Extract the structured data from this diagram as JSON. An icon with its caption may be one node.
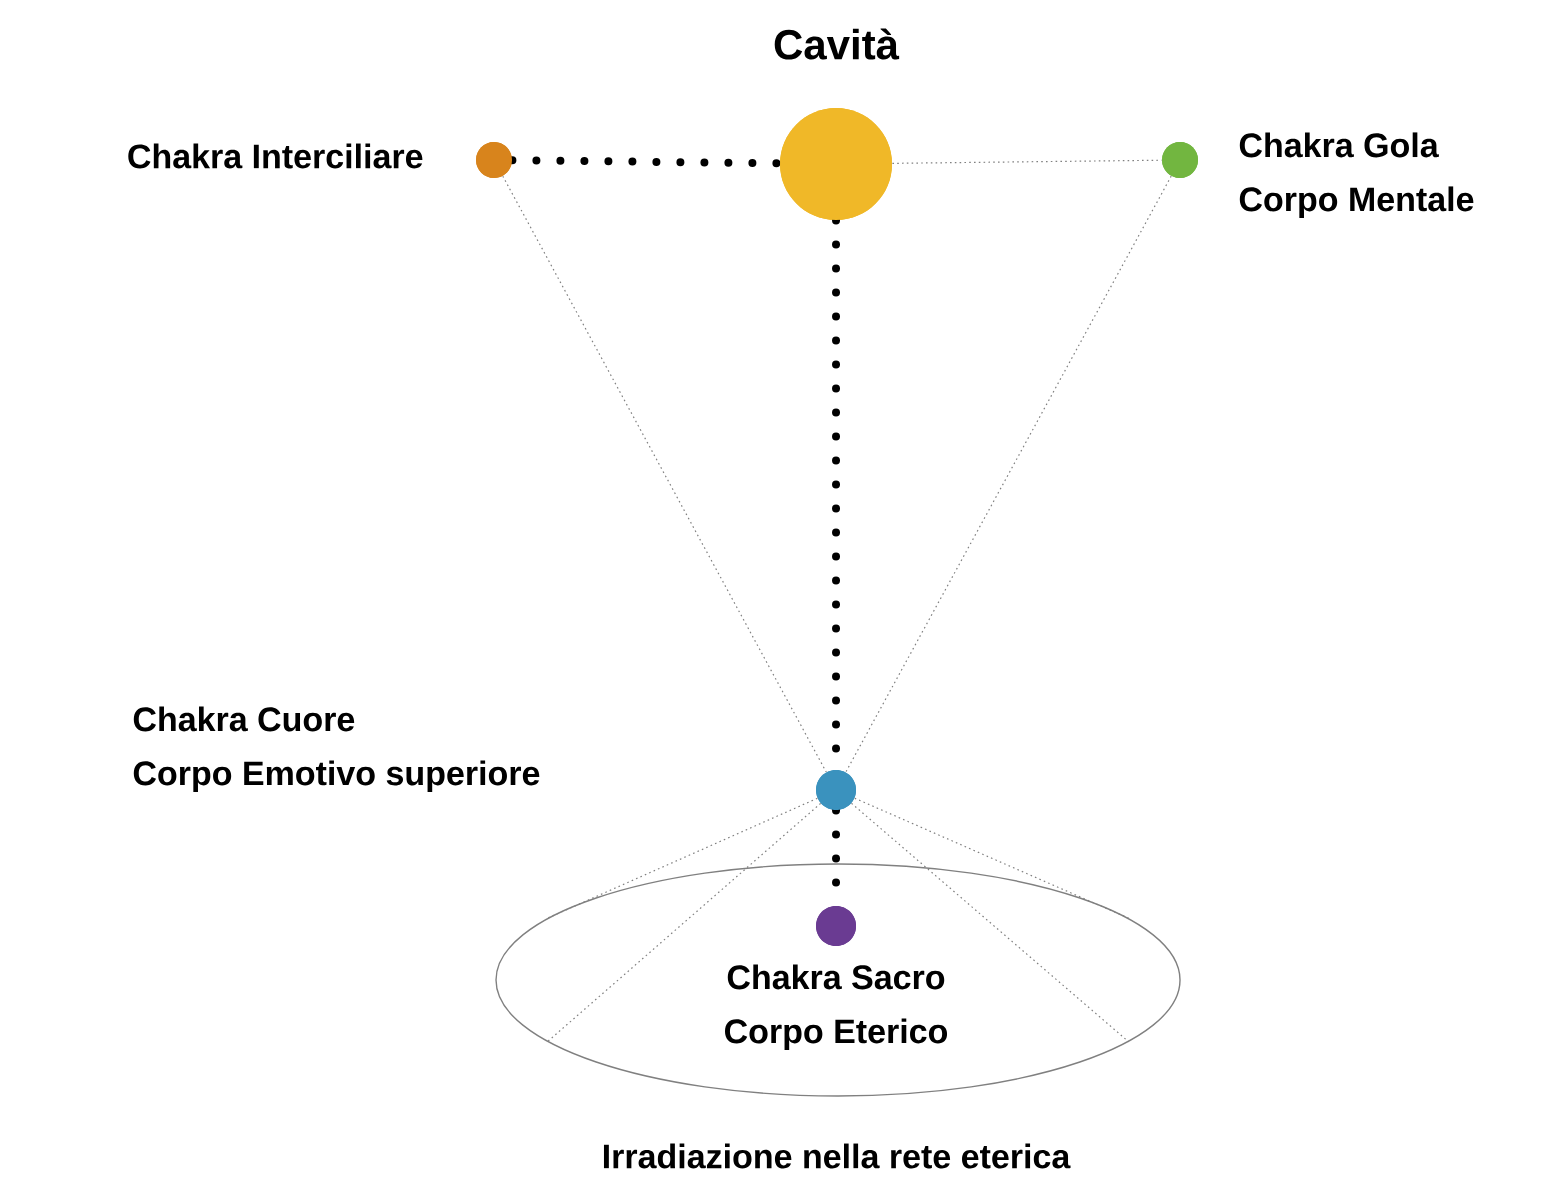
{
  "diagram": {
    "nodes": [
      {
        "text": [],
        "shape": "circle",
        "beside": [
          "Cavità"
        ]
      },
      {
        "text": [],
        "shape": "circle",
        "beside": [
          "Chakra Interciliare"
        ]
      },
      {
        "text": [],
        "shape": "circle",
        "beside": [
          "Chakra Gola",
          "Corpo Mentale"
        ]
      },
      {
        "text": [],
        "shape": "circle",
        "beside": [
          "Chakra Cuore",
          "Corpo Emotivo superiore"
        ]
      },
      {
        "text": [],
        "shape": "ellipse",
        "beside": [
          "Irradiazione nella rete eterica"
        ]
      },
      {
        "text": [],
        "shape": "circle",
        "beside": [
          "Chakra Sacro",
          "Corpo Eterico"
        ],
        "in": 4
      }
    ],
    "edges": [
      {
        "from": 1,
        "to": 0,
        "arrow": "none",
        "style": "dashed",
        "color": "#000000"
      },
      {
        "from": 0,
        "to": 2,
        "arrow": "none"
      },
      {
        "from": 0,
        "to": 3,
        "arrow": "none",
        "style": "dashed",
        "color": "#000000"
      },
      {
        "from": 1,
        "to": 3,
        "arrow": "none"
      },
      {
        "from": 2,
        "to": 3,
        "arrow": "none"
      },
      {
        "from": 3,
        "to": 5,
        "arrow": "none",
        "style": "dashed",
        "color": "#000000"
      },
      {
        "from": 3,
        "to": 4,
        "arrow": "none"
      },
      {
        "from": 3,
        "to": 4,
        "arrow": "none"
      },
      {
        "from": 3,
        "to": 4,
        "arrow": "none"
      },
      {
        "from": 3,
        "to": 4,
        "arrow": "none"
      }
    ]
  }
}
